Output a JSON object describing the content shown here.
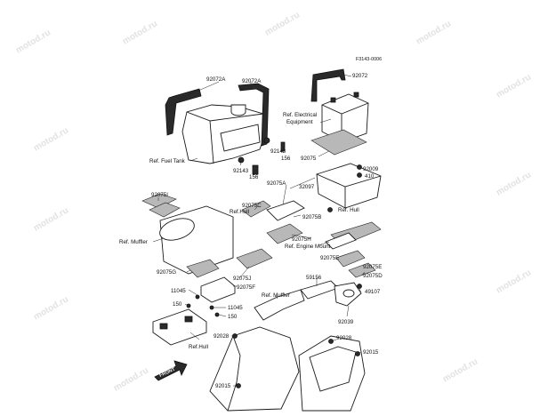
{
  "figure_code": "F3143-0006",
  "watermark": "motod.ru",
  "labels": {
    "p92072a_left": "92072A",
    "p92072a_right": "92072A",
    "p92072": "92072",
    "ref_electrical_1": "Ref. Electrical",
    "ref_electrical_2": "Equipment",
    "ref_fuel_tank": "Ref. Fuel Tank",
    "p92143_a": "92143",
    "p156_a": "156",
    "p92143_b": "92143",
    "p156_b": "156",
    "p92075": "92075",
    "p92009": "92009",
    "p410": "410",
    "p32097": "32097",
    "p92075a": "92075A",
    "ref_hull_1": "Ref. Hull",
    "p92075i": "92075I",
    "ref_hull_2": "Ref.Hull",
    "p92075c": "92075C",
    "p92075b": "92075B",
    "ref_muffler_1": "Ref. Muffler",
    "p92075h": "92075H",
    "ref_engine_mount": "Ref. Engine Mount",
    "p92075e_1": "92075E",
    "p92075e_2": "92075E",
    "p92075g": "92075G",
    "p92075j": "92075J",
    "p11045_a": "11045",
    "p92075f": "92075F",
    "ref_muffler_2": "Ref. Muffler",
    "p59156": "59156",
    "p92075d": "92075D",
    "p49107": "49107",
    "p150_a": "150",
    "p11045_b": "11045",
    "p150_b": "150",
    "p92039": "92039",
    "p92028_a": "92028",
    "p92028_b": "92028",
    "p92015_a": "92015",
    "ref_hull_3": "Ref.Hull",
    "p92015_b": "92015",
    "front": "FRONT"
  }
}
